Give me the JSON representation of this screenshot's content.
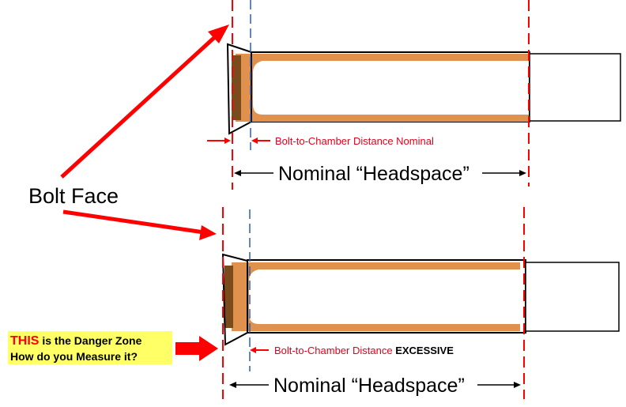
{
  "labels": {
    "bolt_face": "Bolt Face",
    "top_gap_label": "Bolt-to-Chamber Distance Nominal",
    "top_headspace": "Nominal “Headspace”",
    "bottom_gap_label_prefix": "Bolt-to-Chamber Distance",
    "bottom_gap_label_emphasis": "EXCESSIVE",
    "bottom_headspace": "Nominal “Headspace”",
    "warning_highlight": "THIS",
    "warning_rest": " is the Danger Zone",
    "warning_line2": "How do you Measure it?"
  },
  "colors": {
    "red": "#ff0000",
    "blue": "#2d5fb4",
    "case_orange": "#e0914d",
    "case_dark": "#7a4b1c",
    "highlight_yellow": "#ffff66",
    "label_red": "#e3001b"
  }
}
